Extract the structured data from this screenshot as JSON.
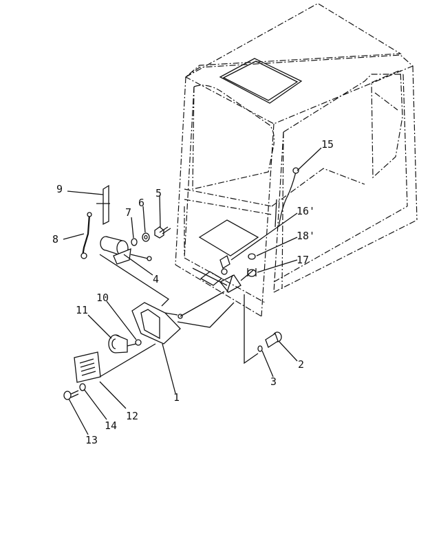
{
  "labels": [
    {
      "id": "1",
      "text": "1"
    },
    {
      "id": "2",
      "text": "2"
    },
    {
      "id": "3",
      "text": "3"
    },
    {
      "id": "4",
      "text": "4"
    },
    {
      "id": "5",
      "text": "5"
    },
    {
      "id": "6",
      "text": "6"
    },
    {
      "id": "7",
      "text": "7"
    },
    {
      "id": "8",
      "text": "8"
    },
    {
      "id": "9",
      "text": "9"
    },
    {
      "id": "10",
      "text": "10"
    },
    {
      "id": "11",
      "text": "11"
    },
    {
      "id": "12",
      "text": "12"
    },
    {
      "id": "13",
      "text": "13"
    },
    {
      "id": "14",
      "text": "14"
    },
    {
      "id": "15",
      "text": "15"
    },
    {
      "id": "16",
      "text": "16'"
    },
    {
      "id": "17",
      "text": "17"
    },
    {
      "id": "18",
      "text": "18'"
    }
  ]
}
